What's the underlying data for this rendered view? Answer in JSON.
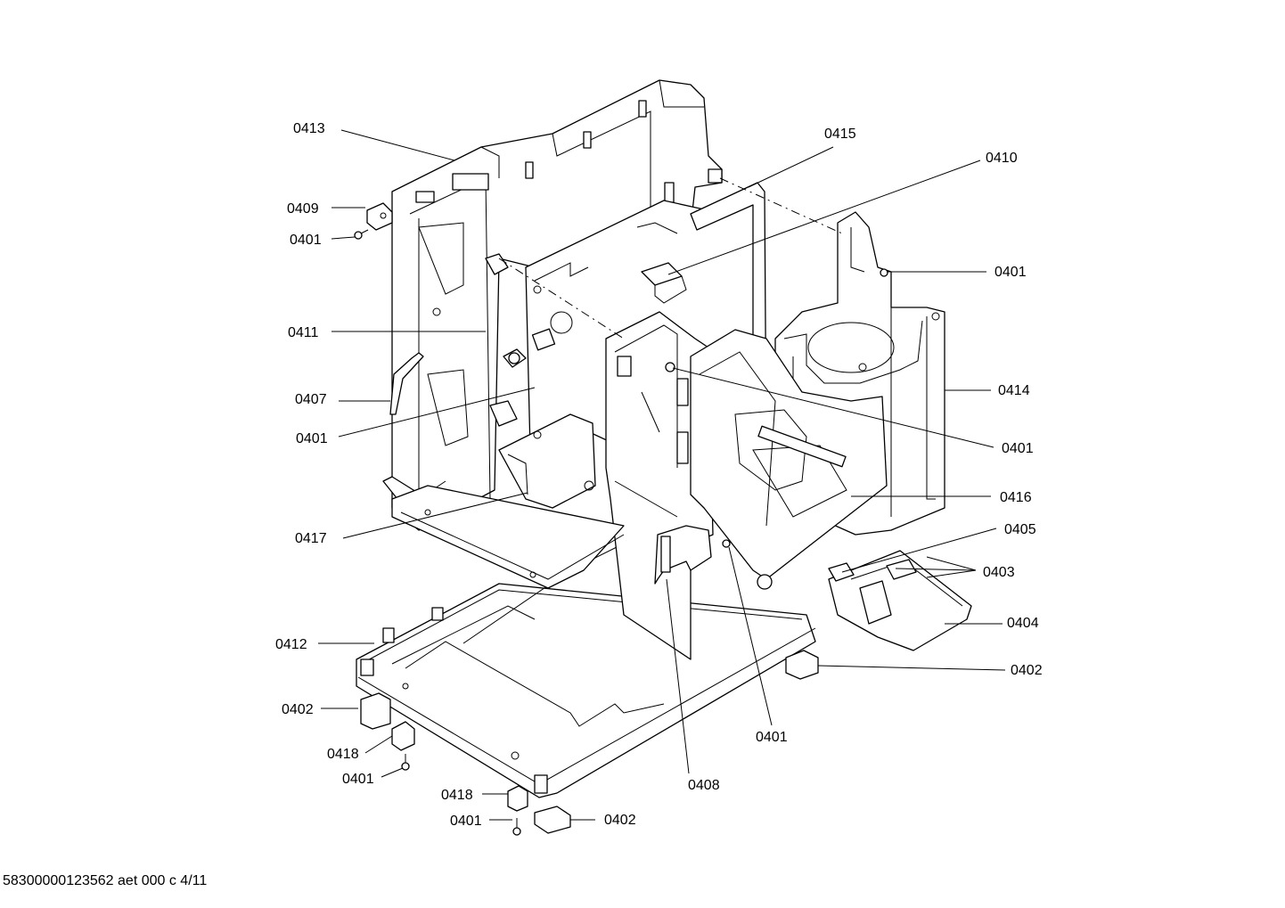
{
  "diagram": {
    "callouts": [
      "0413",
      "0409",
      "0401",
      "0411",
      "0407",
      "0401",
      "0417",
      "0412",
      "0402",
      "0418",
      "0401",
      "0418",
      "0401",
      "0402",
      "0408",
      "0401",
      "0402",
      "0404",
      "0403",
      "0405",
      "0416",
      "0401",
      "0414",
      "0401",
      "0410",
      "0415"
    ]
  },
  "footer": {
    "doc_id": "58300000123562 aet 000 c 4/11"
  }
}
